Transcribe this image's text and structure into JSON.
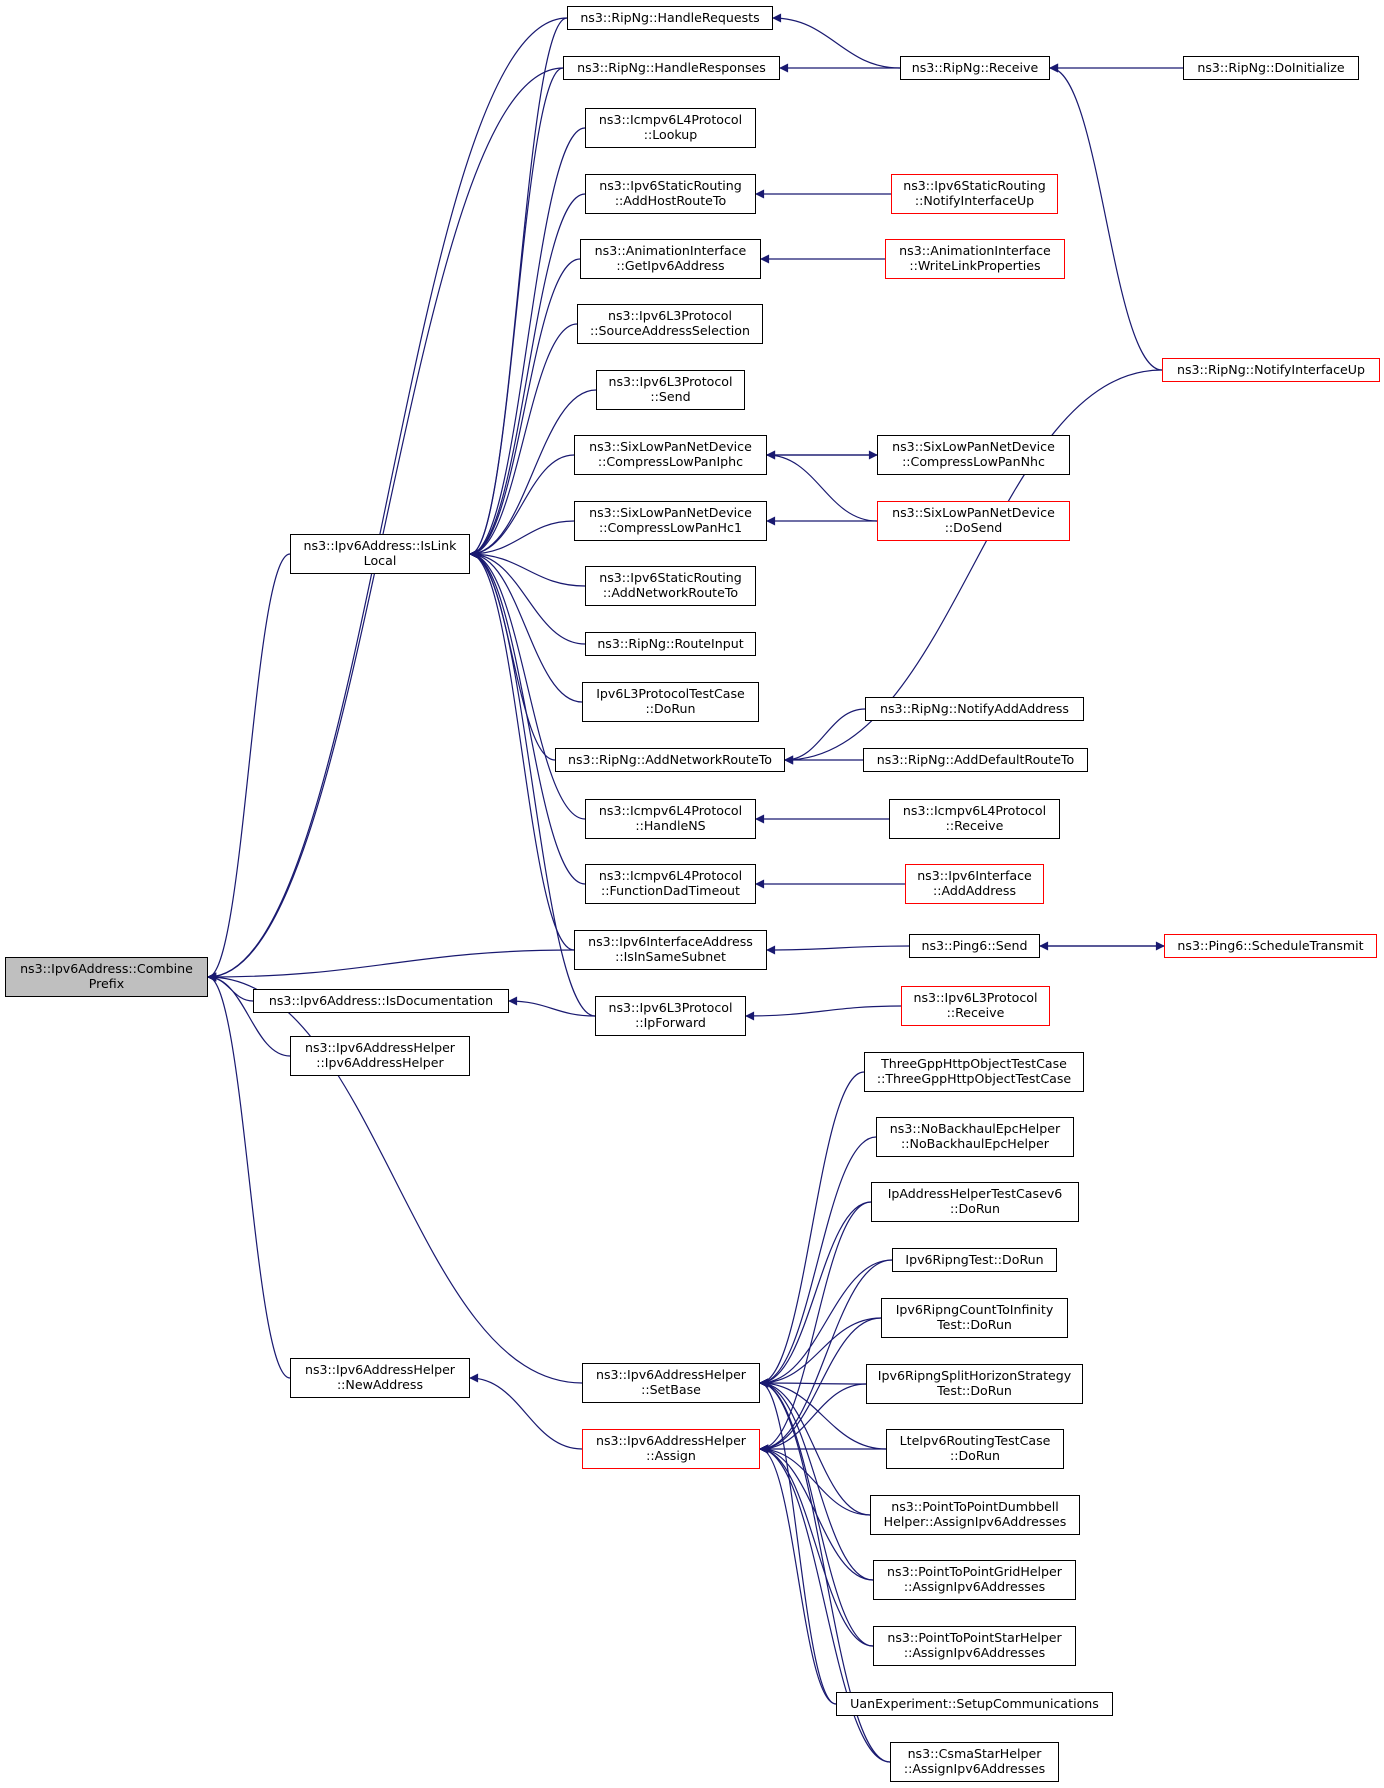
{
  "colors": {
    "edge": "#191970",
    "node_border": "#000000",
    "node_border_incomplete": "#ff0000",
    "focus_fill": "#bfbfbf",
    "background": "#ffffff"
  },
  "nodes": [
    {
      "id": "combine",
      "lines": [
        "ns3::Ipv6Address::Combine",
        "Prefix"
      ],
      "style": "focus"
    },
    {
      "id": "islinklocal",
      "lines": [
        "ns3::Ipv6Address::IsLink",
        "Local"
      ],
      "style": "normal"
    },
    {
      "id": "isdoc",
      "lines": [
        "ns3::Ipv6Address::IsDocumentation"
      ],
      "style": "normal"
    },
    {
      "id": "helperctor",
      "lines": [
        "ns3::Ipv6AddressHelper",
        "::Ipv6AddressHelper"
      ],
      "style": "normal"
    },
    {
      "id": "newaddr",
      "lines": [
        "ns3::Ipv6AddressHelper",
        "::NewAddress"
      ],
      "style": "normal"
    },
    {
      "id": "handlereq",
      "lines": [
        "ns3::RipNg::HandleRequests"
      ],
      "style": "normal"
    },
    {
      "id": "handleresp",
      "lines": [
        "ns3::RipNg::HandleResponses"
      ],
      "style": "normal"
    },
    {
      "id": "icmplookup",
      "lines": [
        "ns3::Icmpv6L4Protocol",
        "::Lookup"
      ],
      "style": "normal"
    },
    {
      "id": "addhost",
      "lines": [
        "ns3::Ipv6StaticRouting",
        "::AddHostRouteTo"
      ],
      "style": "normal"
    },
    {
      "id": "animget",
      "lines": [
        "ns3::AnimationInterface",
        "::GetIpv6Address"
      ],
      "style": "normal"
    },
    {
      "id": "srcsel",
      "lines": [
        "ns3::Ipv6L3Protocol",
        "::SourceAddressSelection"
      ],
      "style": "normal"
    },
    {
      "id": "l3send",
      "lines": [
        "ns3::Ipv6L3Protocol",
        "::Send"
      ],
      "style": "normal"
    },
    {
      "id": "iphc",
      "lines": [
        "ns3::SixLowPanNetDevice",
        "::CompressLowPanIphc"
      ],
      "style": "normal"
    },
    {
      "id": "hc1",
      "lines": [
        "ns3::SixLowPanNetDevice",
        "::CompressLowPanHc1"
      ],
      "style": "normal"
    },
    {
      "id": "addnet",
      "lines": [
        "ns3::Ipv6StaticRouting",
        "::AddNetworkRouteTo"
      ],
      "style": "normal"
    },
    {
      "id": "routeinput",
      "lines": [
        "ns3::RipNg::RouteInput"
      ],
      "style": "normal"
    },
    {
      "id": "l3testrun",
      "lines": [
        "Ipv6L3ProtocolTestCase",
        "::DoRun"
      ],
      "style": "normal"
    },
    {
      "id": "ripaddnet",
      "lines": [
        "ns3::RipNg::AddNetworkRouteTo"
      ],
      "style": "normal"
    },
    {
      "id": "handlens",
      "lines": [
        "ns3::Icmpv6L4Protocol",
        "::HandleNS"
      ],
      "style": "normal"
    },
    {
      "id": "daddtimeout",
      "lines": [
        "ns3::Icmpv6L4Protocol",
        "::FunctionDadTimeout"
      ],
      "style": "normal"
    },
    {
      "id": "samesubnet",
      "lines": [
        "ns3::Ipv6InterfaceAddress",
        "::IsInSameSubnet"
      ],
      "style": "normal"
    },
    {
      "id": "ipforward",
      "lines": [
        "ns3::Ipv6L3Protocol",
        "::IpForward"
      ],
      "style": "normal"
    },
    {
      "id": "setbase",
      "lines": [
        "ns3::Ipv6AddressHelper",
        "::SetBase"
      ],
      "style": "normal"
    },
    {
      "id": "assign",
      "lines": [
        "ns3::Ipv6AddressHelper",
        "::Assign"
      ],
      "style": "red"
    },
    {
      "id": "ripreceive",
      "lines": [
        "ns3::RipNg::Receive"
      ],
      "style": "normal"
    },
    {
      "id": "doinit",
      "lines": [
        "ns3::RipNg::DoInitialize"
      ],
      "style": "normal"
    },
    {
      "id": "notifyup_static",
      "lines": [
        "ns3::Ipv6StaticRouting",
        "::NotifyInterfaceUp"
      ],
      "style": "red"
    },
    {
      "id": "writelink",
      "lines": [
        "ns3::AnimationInterface",
        "::WriteLinkProperties"
      ],
      "style": "red"
    },
    {
      "id": "ripnotifyup",
      "lines": [
        "ns3::RipNg::NotifyInterfaceUp"
      ],
      "style": "red"
    },
    {
      "id": "nhc",
      "lines": [
        "ns3::SixLowPanNetDevice",
        "::CompressLowPanNhc"
      ],
      "style": "normal"
    },
    {
      "id": "dosend",
      "lines": [
        "ns3::SixLowPanNetDevice",
        "::DoSend"
      ],
      "style": "red"
    },
    {
      "id": "notifyaddaddr",
      "lines": [
        "ns3::RipNg::NotifyAddAddress"
      ],
      "style": "normal"
    },
    {
      "id": "adddefault",
      "lines": [
        "ns3::RipNg::AddDefaultRouteTo"
      ],
      "style": "normal"
    },
    {
      "id": "icmprecv",
      "lines": [
        "ns3::Icmpv6L4Protocol",
        "::Receive"
      ],
      "style": "normal"
    },
    {
      "id": "ifaceadd",
      "lines": [
        "ns3::Ipv6Interface",
        "::AddAddress"
      ],
      "style": "red"
    },
    {
      "id": "ping6send",
      "lines": [
        "ns3::Ping6::Send"
      ],
      "style": "normal"
    },
    {
      "id": "schedtx",
      "lines": [
        "ns3::Ping6::ScheduleTransmit"
      ],
      "style": "red"
    },
    {
      "id": "l3recv",
      "lines": [
        "ns3::Ipv6L3Protocol",
        "::Receive"
      ],
      "style": "red"
    },
    {
      "id": "http",
      "lines": [
        "ThreeGppHttpObjectTestCase",
        "::ThreeGppHttpObjectTestCase"
      ],
      "style": "normal"
    },
    {
      "id": "nobackhaul",
      "lines": [
        "ns3::NoBackhaulEpcHelper",
        "::NoBackhaulEpcHelper"
      ],
      "style": "normal"
    },
    {
      "id": "ipaddrtest",
      "lines": [
        "IpAddressHelperTestCasev6",
        "::DoRun"
      ],
      "style": "normal"
    },
    {
      "id": "ripngtest",
      "lines": [
        "Ipv6RipngTest::DoRun"
      ],
      "style": "normal"
    },
    {
      "id": "countinf",
      "lines": [
        "Ipv6RipngCountToInfinity",
        "Test::DoRun"
      ],
      "style": "normal"
    },
    {
      "id": "splithz",
      "lines": [
        "Ipv6RipngSplitHorizonStrategy",
        "Test::DoRun"
      ],
      "style": "normal"
    },
    {
      "id": "lterouting",
      "lines": [
        "LteIpv6RoutingTestCase",
        "::DoRun"
      ],
      "style": "normal"
    },
    {
      "id": "dumbbell",
      "lines": [
        "ns3::PointToPointDumbbell",
        "Helper::AssignIpv6Addresses"
      ],
      "style": "normal"
    },
    {
      "id": "grid",
      "lines": [
        "ns3::PointToPointGridHelper",
        "::AssignIpv6Addresses"
      ],
      "style": "normal"
    },
    {
      "id": "star",
      "lines": [
        "ns3::PointToPointStarHelper",
        "::AssignIpv6Addresses"
      ],
      "style": "normal"
    },
    {
      "id": "uan",
      "lines": [
        "UanExperiment::SetupCommunications"
      ],
      "style": "normal"
    },
    {
      "id": "csmastar",
      "lines": [
        "ns3::CsmaStarHelper",
        "::AssignIpv6Addresses"
      ],
      "style": "normal"
    }
  ],
  "edges": [
    [
      "handlereq",
      "combine"
    ],
    [
      "handleresp",
      "combine"
    ],
    [
      "islinklocal",
      "combine"
    ],
    [
      "isdoc",
      "combine"
    ],
    [
      "helperctor",
      "combine"
    ],
    [
      "newaddr",
      "combine"
    ],
    [
      "setbase",
      "combine"
    ],
    [
      "samesubnet",
      "combine"
    ],
    [
      "handlereq",
      "islinklocal"
    ],
    [
      "handleresp",
      "islinklocal"
    ],
    [
      "icmplookup",
      "islinklocal"
    ],
    [
      "addhost",
      "islinklocal"
    ],
    [
      "animget",
      "islinklocal"
    ],
    [
      "srcsel",
      "islinklocal"
    ],
    [
      "l3send",
      "islinklocal"
    ],
    [
      "iphc",
      "islinklocal"
    ],
    [
      "hc1",
      "islinklocal"
    ],
    [
      "addnet",
      "islinklocal"
    ],
    [
      "routeinput",
      "islinklocal"
    ],
    [
      "l3testrun",
      "islinklocal"
    ],
    [
      "ripaddnet",
      "islinklocal"
    ],
    [
      "handlens",
      "islinklocal"
    ],
    [
      "daddtimeout",
      "islinklocal"
    ],
    [
      "samesubnet",
      "islinklocal"
    ],
    [
      "ipforward",
      "islinklocal"
    ],
    [
      "ipforward",
      "isdoc"
    ],
    [
      "assign",
      "newaddr"
    ],
    [
      "ripreceive",
      "handlereq"
    ],
    [
      "ripreceive",
      "handleresp"
    ],
    [
      "doinit",
      "ripreceive"
    ],
    [
      "ripnotifyup",
      "ripreceive"
    ],
    [
      "notifyup_static",
      "addhost"
    ],
    [
      "writelink",
      "animget"
    ],
    [
      "nhc",
      "iphc"
    ],
    [
      "iphc",
      "nhc"
    ],
    [
      "dosend",
      "iphc"
    ],
    [
      "dosend",
      "hc1"
    ],
    [
      "ripnotifyup",
      "ripaddnet"
    ],
    [
      "notifyaddaddr",
      "ripaddnet"
    ],
    [
      "adddefault",
      "ripaddnet"
    ],
    [
      "icmprecv",
      "handlens"
    ],
    [
      "ifaceadd",
      "daddtimeout"
    ],
    [
      "ping6send",
      "samesubnet"
    ],
    [
      "schedtx",
      "ping6send"
    ],
    [
      "ping6send",
      "schedtx"
    ],
    [
      "l3recv",
      "ipforward"
    ],
    [
      "http",
      "setbase"
    ],
    [
      "nobackhaul",
      "setbase"
    ],
    [
      "ipaddrtest",
      "setbase"
    ],
    [
      "ripngtest",
      "setbase"
    ],
    [
      "countinf",
      "setbase"
    ],
    [
      "splithz",
      "setbase"
    ],
    [
      "lterouting",
      "setbase"
    ],
    [
      "dumbbell",
      "setbase"
    ],
    [
      "grid",
      "setbase"
    ],
    [
      "star",
      "setbase"
    ],
    [
      "uan",
      "setbase"
    ],
    [
      "csmastar",
      "setbase"
    ],
    [
      "ipaddrtest",
      "assign"
    ],
    [
      "ripngtest",
      "assign"
    ],
    [
      "countinf",
      "assign"
    ],
    [
      "splithz",
      "assign"
    ],
    [
      "lterouting",
      "assign"
    ],
    [
      "dumbbell",
      "assign"
    ],
    [
      "grid",
      "assign"
    ],
    [
      "star",
      "assign"
    ],
    [
      "uan",
      "assign"
    ],
    [
      "csmastar",
      "assign"
    ]
  ]
}
